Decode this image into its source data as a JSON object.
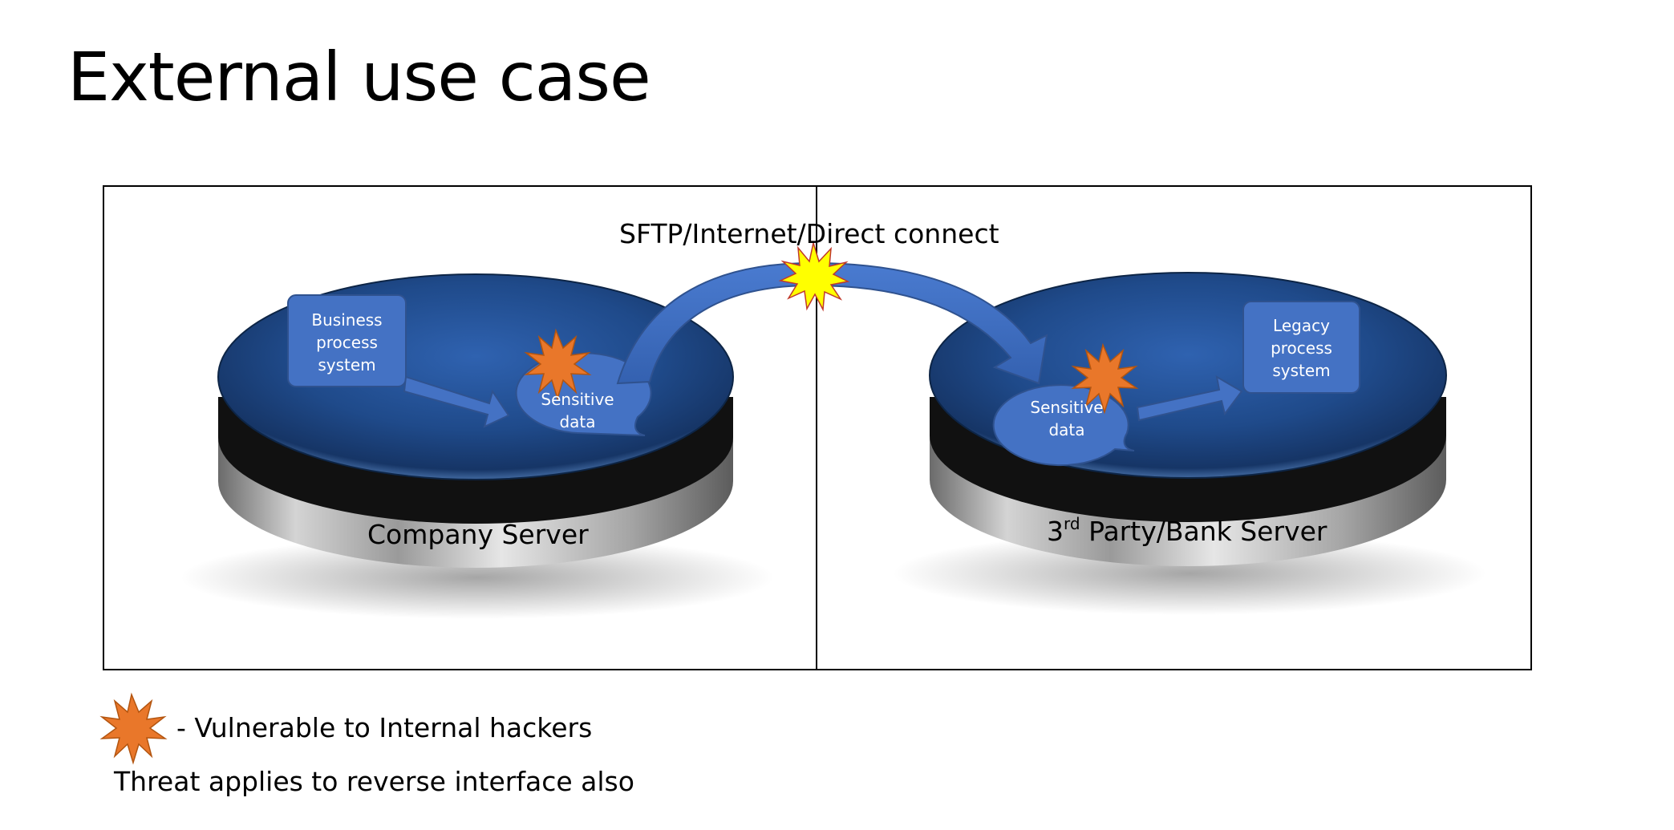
{
  "title": "External use case",
  "connection_label": "SFTP/Internet/Direct connect",
  "left_panel": {
    "server_label": "Company Server",
    "process_box": "Business\nprocess\nsystem",
    "data_bubble": "Sensitive\ndata"
  },
  "right_panel": {
    "server_label_prefix": "3",
    "server_label_sup": "rd",
    "server_label_rest": " Party/Bank Server",
    "process_box": "Legacy\nprocess\nsystem",
    "data_bubble": "Sensitive\ndata"
  },
  "legend": {
    "icon": "orange-starburst-icon",
    "text": "- Vulnerable to Internal hackers"
  },
  "footnote": "Threat applies to reverse interface also",
  "colors": {
    "box_blue": "#4472c4",
    "internal_threat": "#e9772a",
    "transit_threat": "#ffff00",
    "platter_blue": "#2a5aa0"
  }
}
